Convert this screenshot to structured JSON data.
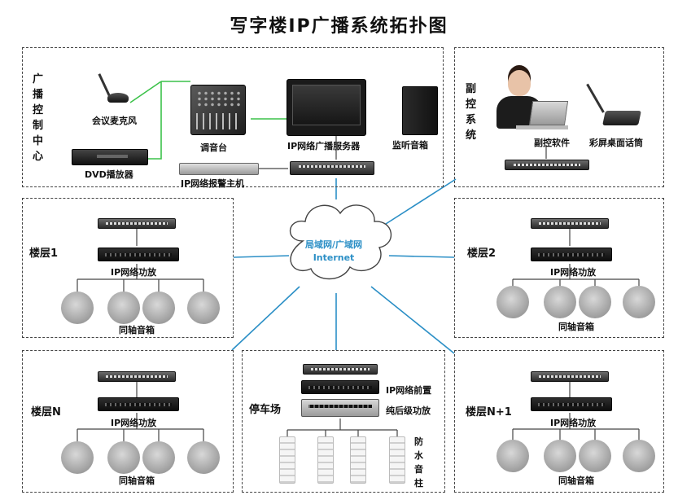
{
  "title": "写字楼IP广播系统拓扑图",
  "network": {
    "line1": "局域网/广域网",
    "line2": "Internet"
  },
  "control_center": {
    "label": "广播控制中心",
    "microphone": "会议麦克风",
    "dvd": "DVD播放器",
    "mixer": "调音台",
    "alarm_host": "IP网络报警主机",
    "server": "IP网络广播服务器",
    "monitor_speaker": "监听音箱"
  },
  "sub_control": {
    "label": "副控系统",
    "software": "副控软件",
    "desk_mic": "彩屏桌面话筒"
  },
  "floors": [
    {
      "label": "楼层1",
      "amp": "IP网络功放",
      "speakers": "同轴音箱"
    },
    {
      "label": "楼层2",
      "amp": "IP网络功放",
      "speakers": "同轴音箱"
    },
    {
      "label": "楼层N",
      "amp": "IP网络功放",
      "speakers": "同轴音箱"
    },
    {
      "label": "楼层N+1",
      "amp": "IP网络功放",
      "speakers": "同轴音箱"
    }
  ],
  "parking": {
    "label": "停车场",
    "preamp": "IP网络前置",
    "post_amp": "纯后级功放",
    "column_speakers": "防水音柱"
  },
  "colors": {
    "network_line": "#2b8fc6",
    "audio_line": "#3cc24a",
    "panel_border": "#444444"
  }
}
